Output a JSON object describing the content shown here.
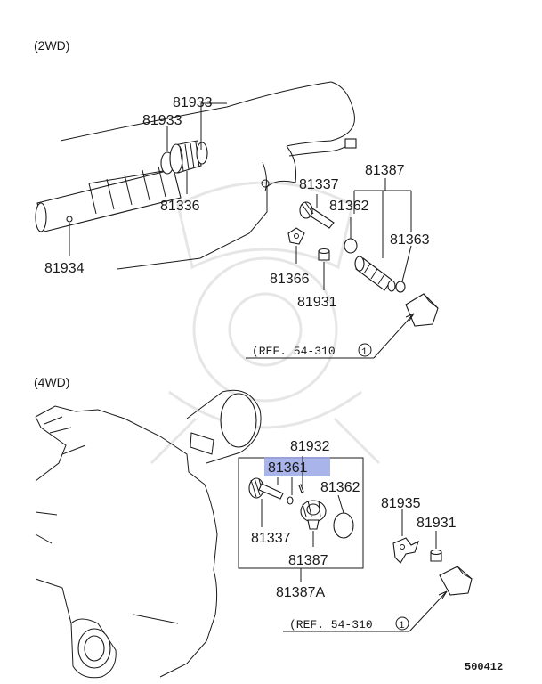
{
  "sections": {
    "top": "(2WD)",
    "bottom": "(4WD)"
  },
  "labels_2wd": {
    "p81933a": "81933",
    "p81933b": "81933",
    "p81336": "81336",
    "p81934": "81934",
    "p81337": "81337",
    "p81387": "81387",
    "p81362": "81362",
    "p81363": "81363",
    "p81366": "81366",
    "p81931": "81931"
  },
  "labels_4wd": {
    "p81932": "81932",
    "p81361": "81361",
    "p81362": "81362",
    "p81337": "81337",
    "p81387": "81387",
    "p81387A": "81387A",
    "p81935": "81935",
    "p81931": "81931"
  },
  "refs": {
    "top": {
      "text": "(REF. 54-310",
      "circled": "1"
    },
    "bottom": {
      "text": "(REF. 54-310",
      "circled": "1"
    }
  },
  "highlight": {
    "part": "81361",
    "color": "#9aa7e6"
  },
  "diagram_code": "500412"
}
